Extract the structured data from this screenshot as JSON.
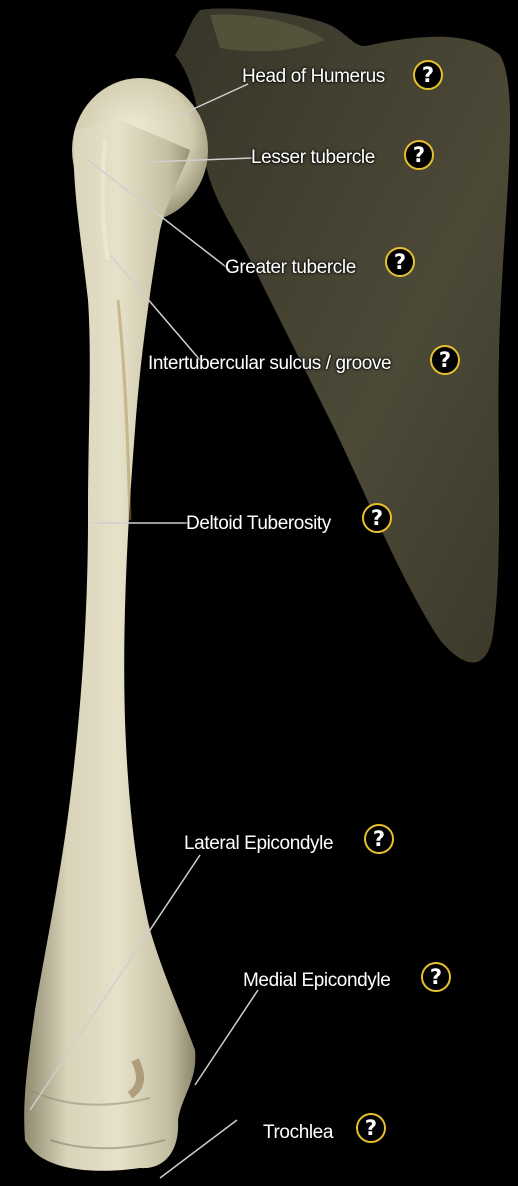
{
  "colors": {
    "background": "#000000",
    "bone": "#dcd7be",
    "scapula": "#4d4a36",
    "leader_line": "#cfcfcf",
    "help_ring": "#e8bf2c",
    "label_text": "#ffffff"
  },
  "labels": [
    {
      "id": "head-of-humerus",
      "text": "Head of Humerus",
      "help": "?"
    },
    {
      "id": "lesser-tubercle",
      "text": "Lesser tubercle",
      "help": "?"
    },
    {
      "id": "greater-tubercle",
      "text": "Greater tubercle",
      "help": "?"
    },
    {
      "id": "intertubercular-sulcus",
      "text": "Intertubercular sulcus / groove",
      "help": "?"
    },
    {
      "id": "deltoid-tuberosity",
      "text": "Deltoid Tuberosity",
      "help": "?"
    },
    {
      "id": "lateral-epicondyle",
      "text": "Lateral Epicondyle",
      "help": "?"
    },
    {
      "id": "medial-epicondyle",
      "text": "Medial Epicondyle",
      "help": "?"
    },
    {
      "id": "trochlea",
      "text": "Trochlea",
      "help": "?"
    }
  ]
}
